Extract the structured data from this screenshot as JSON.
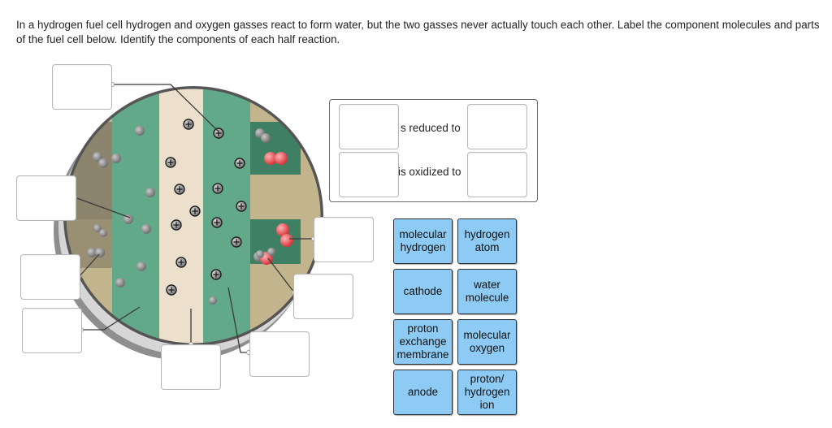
{
  "question": {
    "instructions": "In a hydrogen fuel cell hydrogen and oxygen gasses react to form water, but the two gasses never actually touch each other.  Label the component molecules and parts of the fuel cell below.  Identify the components of each half reaction."
  },
  "reaction_box": {
    "reduced_text": "s reduced to",
    "oxidized_text": "is oxidized to"
  },
  "label_bank": {
    "items": [
      {
        "id": "molecular-hydrogen",
        "text": "molecular\nhydrogen"
      },
      {
        "id": "hydrogen-atom",
        "text": "hydrogen\natom"
      },
      {
        "id": "cathode",
        "text": "cathode"
      },
      {
        "id": "water-molecule",
        "text": "water\nmolecule"
      },
      {
        "id": "proton-exchange-membrane",
        "text": "proton\nexchange\nmembrane"
      },
      {
        "id": "molecular-oxygen",
        "text": "molecular\noxygen"
      },
      {
        "id": "anode",
        "text": "anode"
      },
      {
        "id": "proton-hydrogen-ion",
        "text": "proton/\nhydrogen\nion"
      }
    ]
  },
  "colors": {
    "electrode": "#62a98a",
    "membrane": "#ecdfcc",
    "gas_channel": "#c2b48c",
    "rim": "#8e8e8e",
    "hydrogen_atom": "#8c8c8c",
    "oxygen_atom": "#e85257",
    "chip": "#8ecbf4"
  },
  "icons": {
    "proton": "plus-circle-icon"
  }
}
